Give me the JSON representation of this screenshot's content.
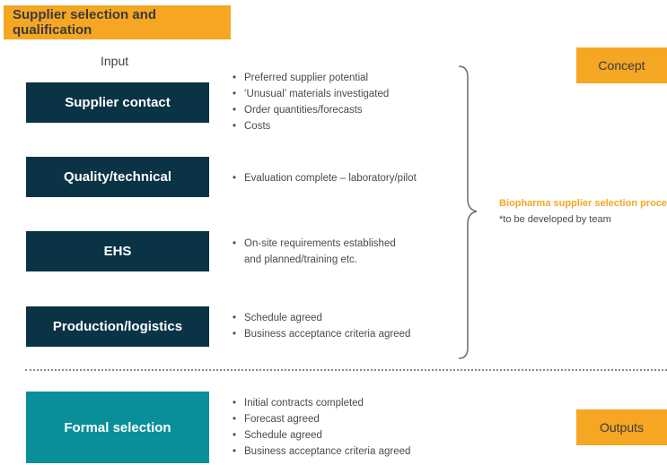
{
  "title": "Supplier selection and qualification",
  "input_label": "Input",
  "inputs": [
    {
      "label": "Supplier contact",
      "bullets": [
        "Preferred supplier potential",
        "‘Unusual’ materials investigated",
        "Order quantities/forecasts",
        "Costs"
      ]
    },
    {
      "label": "Quality/technical",
      "bullets": [
        "Evaluation complete – laboratory/pilot"
      ]
    },
    {
      "label": "EHS",
      "bullets": [
        "On-site requirements established",
        "and planned/training etc."
      ]
    },
    {
      "label": "Production/logistics",
      "bullets": [
        "Schedule agreed",
        "Business acceptance criteria agreed"
      ]
    }
  ],
  "selection": {
    "label": "Formal selection",
    "bullets": [
      "Initial contracts completed",
      "Forecast agreed",
      "Schedule agreed",
      "Business acceptance criteria agreed"
    ]
  },
  "concept_label": "Concept",
  "outputs_label": "Outputs",
  "process": {
    "title": "Biopharma supplier selection process",
    "note": "*to be developed by team"
  },
  "colors": {
    "accent": "#f5a623",
    "dark": "#0b3346",
    "teal": "#0a8e9a"
  }
}
